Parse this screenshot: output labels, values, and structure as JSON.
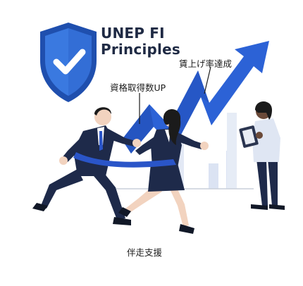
{
  "logo": {
    "line1": "UNEP FI",
    "line2": "Principles",
    "colors": {
      "shield_outer": "#1f4fae",
      "shield_inner": "#3a79e0",
      "check": "#ffffff"
    }
  },
  "labels": {
    "wage_increase": "賃上げ率達成",
    "qualifications": "資格取得数UP",
    "support": "伴走支援"
  },
  "colors": {
    "arrow": "#2c62d6",
    "arrow_dark": "#1d46a8",
    "bars": "#dbe3f3",
    "suit": "#1e2a4a",
    "tie_band": "#2a55c8"
  },
  "icons": [
    "shield-check-icon",
    "trend-arrow-icon",
    "clipboard-icon"
  ]
}
